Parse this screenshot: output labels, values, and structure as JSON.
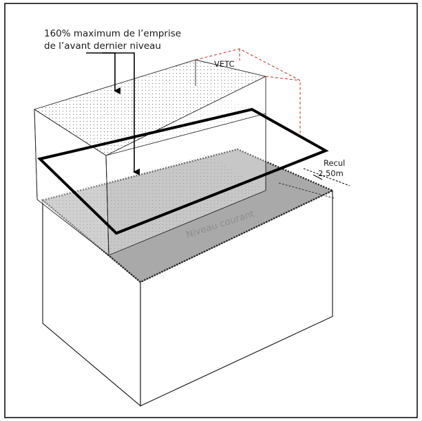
{
  "labels": {
    "emprise_line1": "160% maximum de l’emprise",
    "emprise_line2": "de l’avant dernier niveau",
    "vetc": "VETC",
    "recul": "Recul",
    "recul_value": "2,50m",
    "niveau_courant": "Niveau courant"
  },
  "colors": {
    "outline": "#000000",
    "thin_line": "#222222",
    "dashed_red": "#d23b3b",
    "niveau_fill": "#a9a9a9",
    "niveau_text": "#8e8e8e",
    "dots": "#555555"
  }
}
